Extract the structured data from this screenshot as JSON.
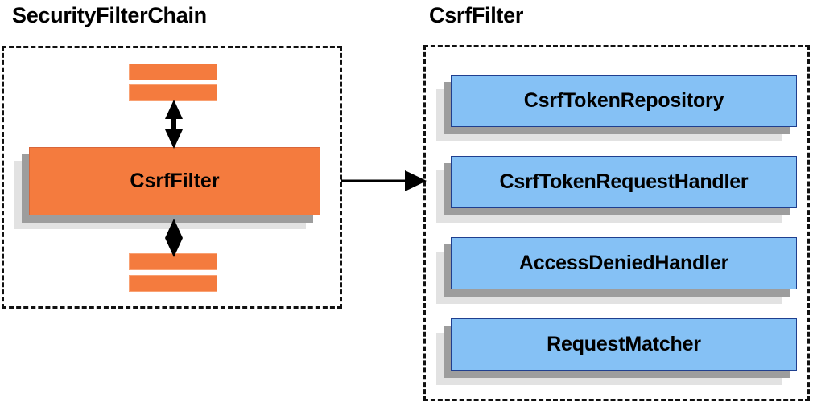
{
  "diagram": {
    "title_left": "SecurityFilterChain",
    "title_right": "CsrfFilter",
    "colors": {
      "orange_fill": "#F47B3E",
      "orange_border": "#D8663A",
      "blue_fill": "#85C1F5",
      "blue_border": "#1F3F8F",
      "shadow_near": "#9D9D9D",
      "shadow_far": "#E2E2E2",
      "stroke": "#000000"
    }
  },
  "left_panel": {
    "title": "SecurityFilterChain",
    "highlighted_filter": "CsrfFilter",
    "stub_bars_top": [
      "filter-stub-1",
      "filter-stub-2"
    ],
    "stub_bars_bottom": [
      "filter-stub-3",
      "filter-stub-4"
    ],
    "arrows": [
      "double-headed-up",
      "double-headed-down"
    ]
  },
  "right_panel": {
    "title": "CsrfFilter",
    "collaborators": [
      {
        "label": "CsrfTokenRepository"
      },
      {
        "label": "CsrfTokenRequestHandler"
      },
      {
        "label": "AccessDeniedHandler"
      },
      {
        "label": "RequestMatcher"
      }
    ]
  },
  "connector": {
    "label": "",
    "direction": "left-to-right"
  }
}
